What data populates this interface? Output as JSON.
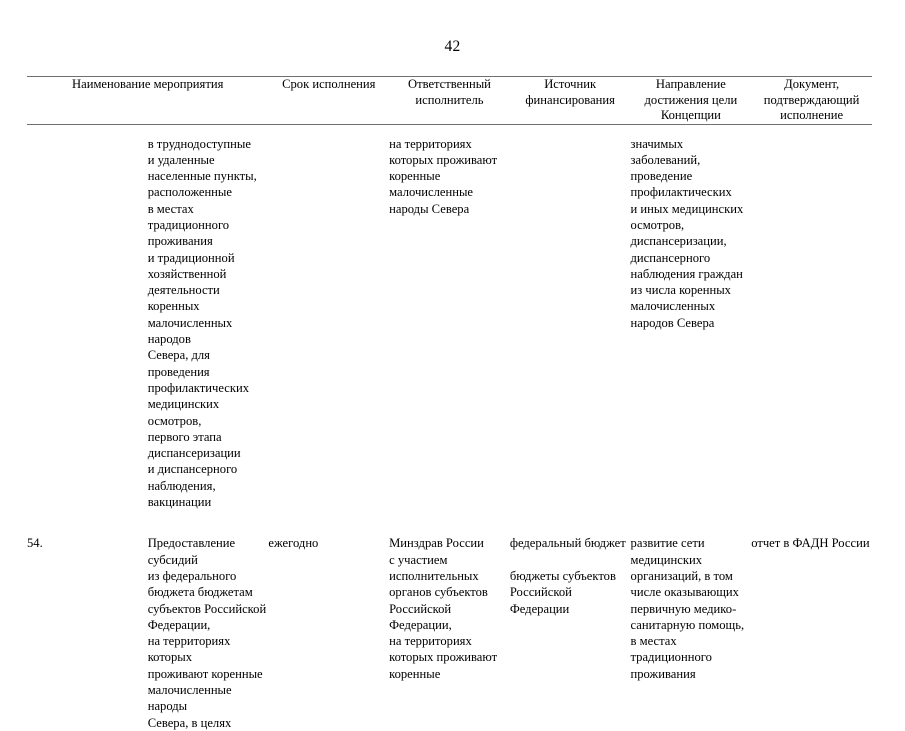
{
  "page": {
    "number": "42"
  },
  "table": {
    "headers": [
      "Наименование мероприятия",
      "Срок\nисполнения",
      "Ответственный\nисполнитель",
      "Источник\nфинансирования",
      "Направление\nдостижения цели\nКонцепции",
      "Документ,\nподтверждающий\nисполнение"
    ],
    "rows": [
      {
        "number": "",
        "name": "в труднодоступные\nи удаленные\nнаселенные пункты,\nрасположенные\nв местах традиционного\nпроживания\nи традиционной\nхозяйственной\nдеятельности коренных\nмалочисленных народов\nСевера, для проведения\nпрофилактических\nмедицинских осмотров,\nпервого этапа\nдиспансеризации\nи диспансерного\nнаблюдения,\nвакцинации",
        "term": "",
        "executor": "на территориях\nкоторых проживают\nкоренные\nмалочисленные\nнароды Севера",
        "financing": "",
        "direction": "значимых заболеваний,\nпроведение\nпрофилактических\nи иных медицинских\nосмотров,\nдиспансеризации,\nдиспансерного\nнаблюдения граждан\nиз числа коренных\nмалочисленных\nнародов Севера",
        "document": ""
      },
      {
        "number": "54.",
        "name": "Предоставление субсидий\nиз федерального\nбюджета бюджетам\nсубъектов Российской\nФедерации,\nна территориях которых\nпроживают коренные\nмалочисленные народы\nСевера, в целях",
        "term": "ежегодно",
        "executor": "Минздрав России\nс участием\nисполнительных\nорганов субъектов\nРоссийской\nФедерации,\nна территориях\nкоторых проживают\nкоренные",
        "financing": "федеральный бюджет\n\nбюджеты субъектов\nРоссийской\nФедерации",
        "direction": "развитие сети\nмедицинских\nорганизаций, в том\nчисле оказывающих\nпервичную медико-\nсанитарную помощь,\nв местах\nтрадиционного\nпроживания",
        "document": "отчет в ФАДН России"
      }
    ]
  }
}
